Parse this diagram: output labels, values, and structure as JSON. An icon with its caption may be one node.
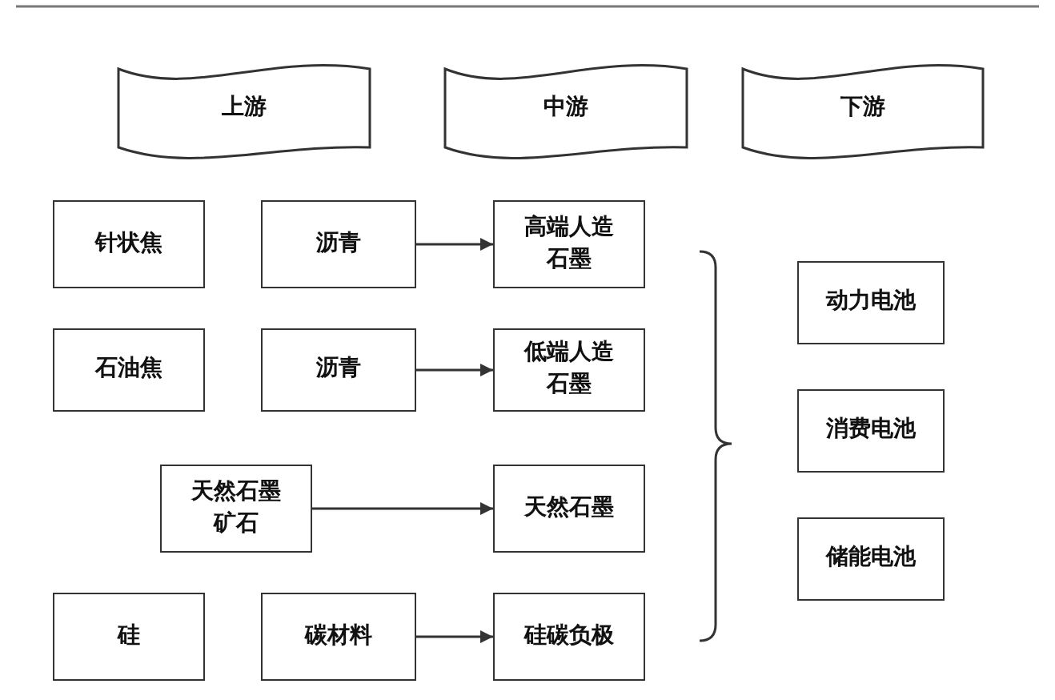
{
  "diagram": {
    "nodes": [
      {
        "text": [
          "上游"
        ]
      },
      {
        "text": [
          "中游"
        ]
      },
      {
        "text": [
          "下游"
        ]
      },
      {
        "text": [
          "针状焦"
        ]
      },
      {
        "text": [
          "沥青"
        ]
      },
      {
        "text": [
          "高端人造石墨"
        ]
      },
      {
        "text": [
          "动力电池"
        ]
      },
      {
        "text": [
          "石油焦"
        ]
      },
      {
        "text": [
          "沥青"
        ]
      },
      {
        "text": [
          "低端人造石墨"
        ]
      },
      {
        "text": [
          "消费电池"
        ]
      },
      {
        "text": [
          "天然石墨矿石"
        ]
      },
      {
        "text": [
          "天然石墨"
        ]
      },
      {
        "text": [
          "储能电池"
        ]
      },
      {
        "text": [
          "硅"
        ]
      },
      {
        "text": [
          "碳材料"
        ]
      },
      {
        "text": [
          "硅碳负极"
        ]
      }
    ],
    "edges": [
      {
        "from": 4,
        "to": 5,
        "arrow": "to"
      },
      {
        "from": 8,
        "to": 9,
        "arrow": "to"
      },
      {
        "from": 11,
        "to": 12,
        "arrow": "to"
      },
      {
        "from": 15,
        "to": 16,
        "arrow": "to"
      }
    ]
  }
}
